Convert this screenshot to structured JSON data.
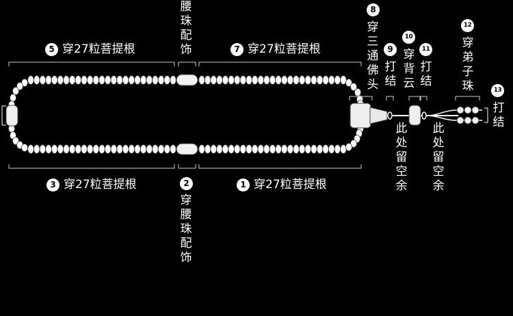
{
  "labels": {
    "l5": {
      "num": "5",
      "text": "穿27粒菩提根"
    },
    "l7": {
      "num": "7",
      "text": "穿27粒菩提根"
    },
    "l3": {
      "num": "3",
      "text": "穿27粒菩提根"
    },
    "l1": {
      "num": "1",
      "text": "穿27粒菩提根"
    },
    "top_spacer": {
      "text": "腰珠配饰"
    },
    "bottom_spacer": {
      "num": "2",
      "text": "穿腰珠配饰"
    },
    "l8": {
      "num": "8",
      "text": "穿三通佛头"
    },
    "l9": {
      "num": "9",
      "text": "打结"
    },
    "l10": {
      "num": "10",
      "text": "穿背云"
    },
    "l11": {
      "num": "11",
      "text": "打结"
    },
    "l12": {
      "num": "12",
      "text": "穿弟子珠"
    },
    "l13": {
      "num": "13",
      "text": "打结"
    },
    "gap1": {
      "text": "此处留空余"
    },
    "gap2": {
      "text": "此处留空余"
    }
  }
}
